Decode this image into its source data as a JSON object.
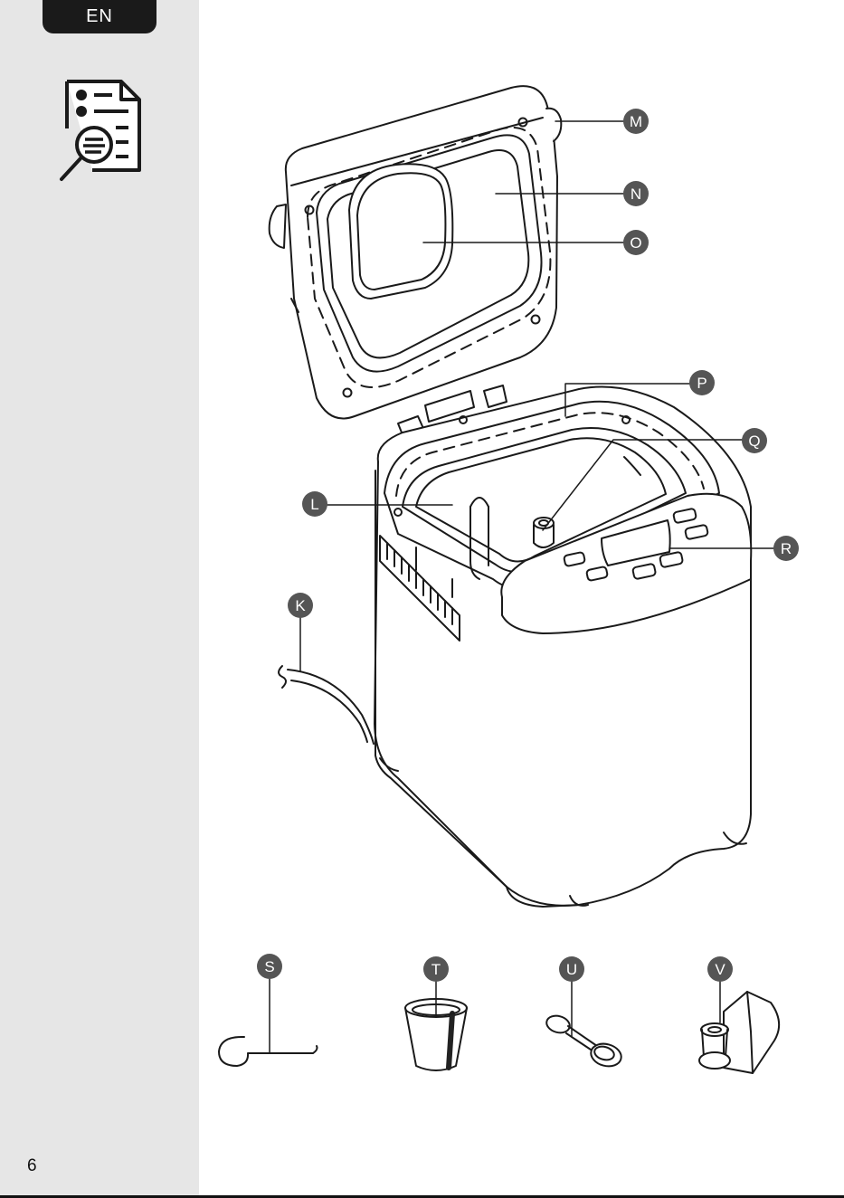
{
  "language_badge": "EN",
  "page_number": "6",
  "callouts": [
    "M",
    "N",
    "O",
    "P",
    "Q",
    "R",
    "L",
    "K",
    "S",
    "T",
    "U",
    "V"
  ],
  "colors": {
    "sidebar": "#e6e6e6",
    "badge": "#1a1a1a",
    "callout": "#555555"
  },
  "icons": {
    "sidebar": "document-magnifier-icon"
  }
}
